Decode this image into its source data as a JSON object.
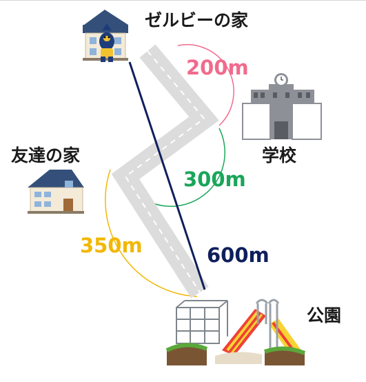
{
  "places": {
    "zerubi_house": "ゼルビーの家",
    "friend_house": "友達の家",
    "school": "学校",
    "park": "公園"
  },
  "distances": {
    "home_to_school": "200m",
    "school_to_friend": "300m",
    "friend_to_park": "350m",
    "direct_home_to_park": "600m"
  },
  "colors": {
    "home_to_school": "#f06b8d",
    "school_to_friend": "#19a65a",
    "friend_to_park": "#f2b705",
    "direct_line": "#0f1f5c",
    "road": "#dcdcdc",
    "road_centerline": "#ffffff"
  },
  "icons": {
    "zerubi_house": "house-with-mascot-icon",
    "friend_house": "house-icon",
    "school": "school-building-icon",
    "park": "playground-icon"
  }
}
